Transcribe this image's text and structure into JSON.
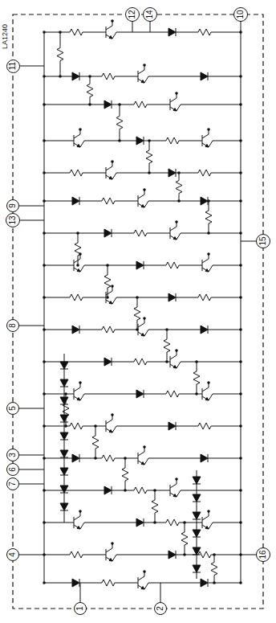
{
  "diagram": {
    "nodes": [
      {
        "text": [
          "12"
        ]
      },
      {
        "text": [
          "14"
        ]
      },
      {
        "text": [
          "10"
        ]
      },
      {
        "text": [
          "11"
        ]
      },
      {
        "text": [
          "9"
        ]
      },
      {
        "text": [
          "13"
        ]
      },
      {
        "text": [
          "15"
        ]
      },
      {
        "text": [
          "8"
        ]
      },
      {
        "text": [
          "5"
        ]
      },
      {
        "text": [
          "3"
        ]
      },
      {
        "text": [
          "6"
        ]
      },
      {
        "text": [
          "7"
        ]
      },
      {
        "text": [
          "4"
        ]
      },
      {
        "text": [
          "16"
        ]
      },
      {
        "text": [
          "1"
        ]
      },
      {
        "text": [
          "2"
        ]
      }
    ],
    "labels": [
      "LA1240"
    ]
  }
}
